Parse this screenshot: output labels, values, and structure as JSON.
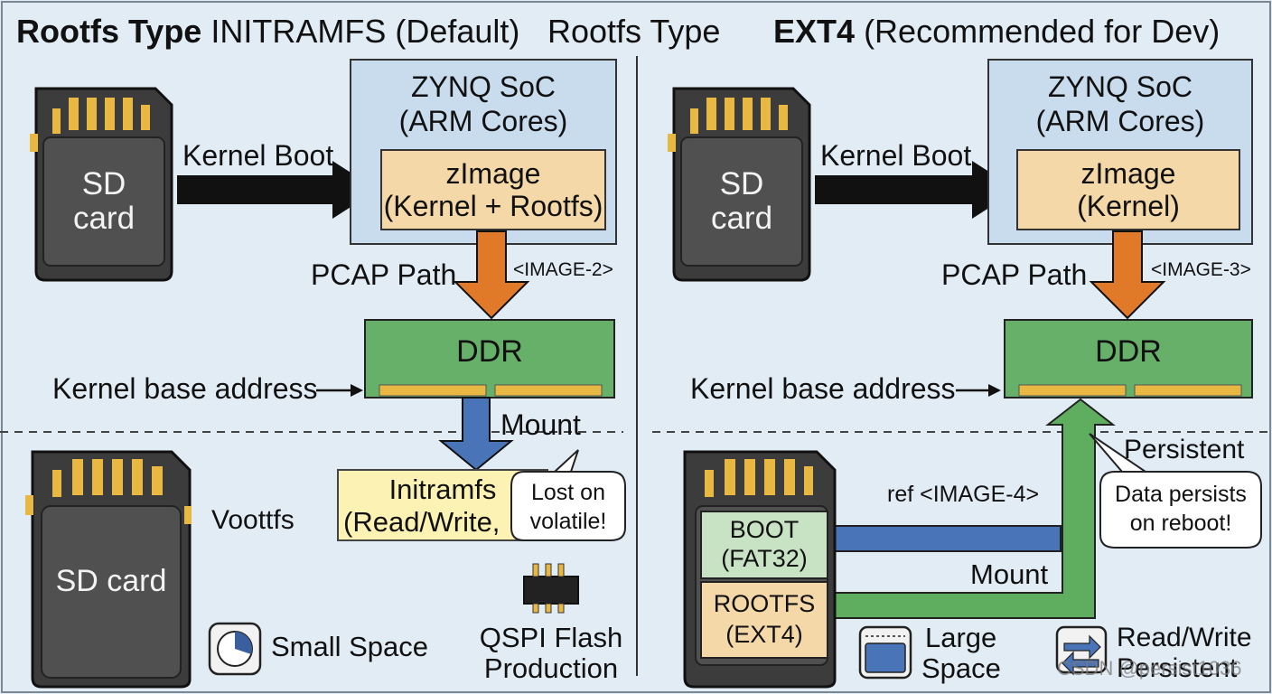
{
  "left": {
    "title_bold": "Rootfs Type",
    "title_rest": "INITRAMFS (Default)",
    "soc_line1": "ZYNQ SoC",
    "soc_line2": "(ARM Cores)",
    "zimage_line1": "zImage",
    "zimage_line2": "(Kernel + Rootfs)",
    "sd_line1": "SD",
    "sd_line2": "card",
    "kernel_boot": "Kernel Boot",
    "pcap_path": "PCAP Path",
    "image_ref": "<IMAGE-2>",
    "ddr": "DDR",
    "kernel_base": "Kernel base address",
    "mount": "Mount",
    "initramfs_line1": "Initramfs",
    "initramfs_line2": "(Read/Write,",
    "bubble_line1": "Lost on",
    "bubble_line2": "volatile!",
    "sd2": "SD card",
    "voottfs": "Voottfs",
    "small_space": "Small Space",
    "qspi_line1": "QSPI Flash",
    "qspi_line2": "Production"
  },
  "right": {
    "title_plain": "Rootfs Type",
    "title_bold": "EXT4",
    "title_rest": "(Recommended for Dev)",
    "soc_line1": "ZYNQ SoC",
    "soc_line2": "(ARM Cores)",
    "zimage_line1": "zImage",
    "zimage_line2": "(Kernel)",
    "sd_line1": "SD",
    "sd_line2": "card",
    "kernel_boot": "Kernel Boot",
    "pcap_path": "PCAP Path",
    "image_ref": "<IMAGE-3>",
    "ddr": "DDR",
    "kernel_base": "Kernel base address",
    "persistent": "Persistent",
    "ref_image": "ref <IMAGE-4>",
    "boot_line1": "BOOT",
    "boot_line2": "(FAT32)",
    "rootfs_line1": "ROOTFS",
    "rootfs_line2": "(EXT4)",
    "mount": "Mount",
    "bubble_line1": "Data persists",
    "bubble_line2": "on reboot!",
    "large_line1": "Large",
    "large_line2": "Space",
    "rw_line1": "Read/Write",
    "rw_line2": "Persistent",
    "watermark": "CSDN @persist1036"
  },
  "colors": {
    "background": "#e2ecf5",
    "soc_box": "#c9dcee",
    "zimage_box": "#f4d8a8",
    "ddr": "#66b06a",
    "arrow_black": "#111111",
    "arrow_orange": "#e07a28",
    "arrow_blue": "#4a74b8",
    "path_green": "#5fae5f",
    "initramfs_box": "#fbf2b3",
    "boot_partition": "#c7e3c4",
    "rootfs_partition": "#f4d8a8",
    "sd_card": "#3c3c3c",
    "gold_contacts": "#e8b842"
  },
  "icons": [
    "sd-card-icon",
    "pie-chart-icon",
    "chip-icon",
    "storage-window-icon",
    "swap-arrows-icon"
  ]
}
